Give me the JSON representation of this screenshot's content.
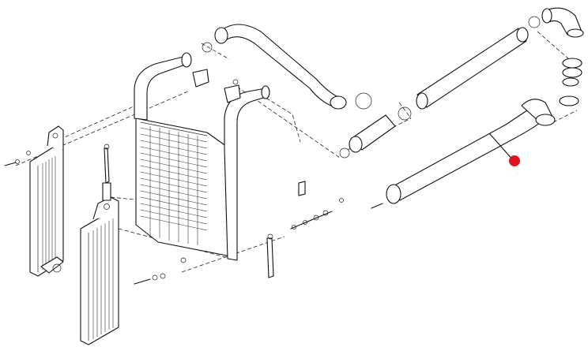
{
  "diagram": {
    "marker_color": "#e0141e",
    "line_color": "#111111",
    "background_color": "#ffffff"
  },
  "parts": {
    "intercooler_core": "intercooler-core",
    "left_cooler": "charge-air-cooler-left",
    "front_cooler": "charge-air-cooler-front",
    "upper_hose": "upper-charge-hose",
    "long_pipe": "long-charge-pipe",
    "lower_pipe": "lower-charge-pipe-highlighted",
    "elbow": "elbow-hose",
    "clamps": "hose-clamps"
  }
}
